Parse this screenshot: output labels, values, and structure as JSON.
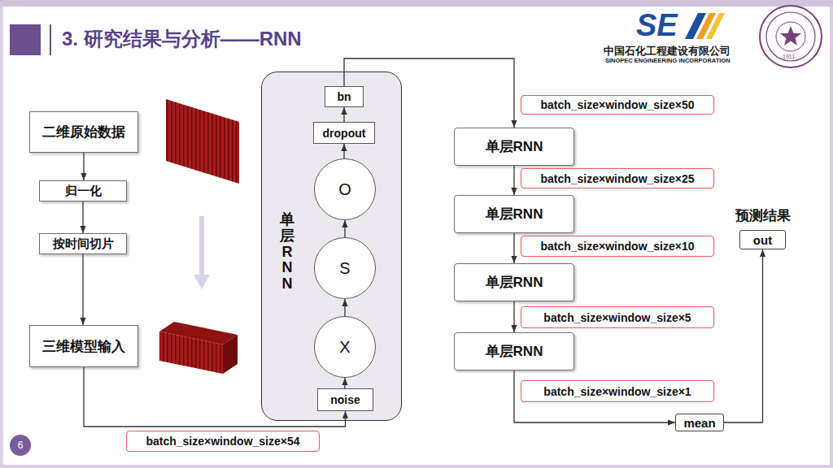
{
  "diagram": {
    "title": "3. 研究结果与分析——RNN",
    "nodes": [
      {
        "text": [
          "二维原始数据"
        ]
      },
      {
        "text": [
          "归一化"
        ]
      },
      {
        "text": [
          "按时间切片"
        ]
      },
      {
        "text": [
          "三维模型输入"
        ]
      },
      {
        "text": [
          "单层RNN"
        ]
      },
      {
        "text": [
          "bn"
        ],
        "in": 4
      },
      {
        "text": [
          "dropout"
        ],
        "in": 4
      },
      {
        "text": [
          "O"
        ],
        "in": 4
      },
      {
        "text": [
          "S"
        ],
        "in": 4
      },
      {
        "text": [
          "X"
        ],
        "in": 4
      },
      {
        "text": [
          "noise"
        ],
        "in": 4
      },
      {
        "text": [
          "batch_size×window_size×50"
        ]
      },
      {
        "text": [
          "单层RNN"
        ]
      },
      {
        "text": [
          "batch_size×window_size×25"
        ]
      },
      {
        "text": [
          "单层RNN"
        ]
      },
      {
        "text": [
          "batch_size×window_size×10"
        ]
      },
      {
        "text": [
          "单层RNN"
        ]
      },
      {
        "text": [
          "batch_size×window_size×5"
        ]
      },
      {
        "text": [
          "单层RNN"
        ]
      },
      {
        "text": [
          "batch_size×window_size×1"
        ]
      },
      {
        "text": [
          "预测结果",
          "out"
        ]
      },
      {
        "text": [
          "mean"
        ]
      },
      {
        "text": [
          "batch_size×window_size×54"
        ]
      },
      {
        "text": [
          "6"
        ]
      }
    ],
    "edges": [
      {
        "from": 0,
        "to": 1,
        "arrow": "to"
      },
      {
        "from": 1,
        "to": 2,
        "arrow": "to"
      },
      {
        "from": 2,
        "to": 3,
        "arrow": "to"
      },
      {
        "from": 3,
        "to": 10,
        "arrow": "to"
      },
      {
        "from": 10,
        "to": 9,
        "arrow": "to"
      },
      {
        "from": 9,
        "to": 8,
        "arrow": "to"
      },
      {
        "from": 8,
        "to": 7,
        "arrow": "to"
      },
      {
        "from": 7,
        "to": 6,
        "arrow": "to"
      },
      {
        "from": 6,
        "to": 5,
        "arrow": "to"
      },
      {
        "from": 5,
        "to": 12,
        "arrow": "to"
      },
      {
        "from": 12,
        "to": 14,
        "arrow": "to"
      },
      {
        "from": 14,
        "to": 16,
        "arrow": "to"
      },
      {
        "from": 16,
        "to": 18,
        "arrow": "to"
      },
      {
        "from": 18,
        "to": 21,
        "arrow": "to"
      },
      {
        "from": 21,
        "to": 20,
        "arrow": "to"
      }
    ],
    "labels": [
      "SE",
      "中国石化工程建设有限公司",
      "SINOPEC ENGINEERING INCORPORATION",
      "1911"
    ]
  }
}
